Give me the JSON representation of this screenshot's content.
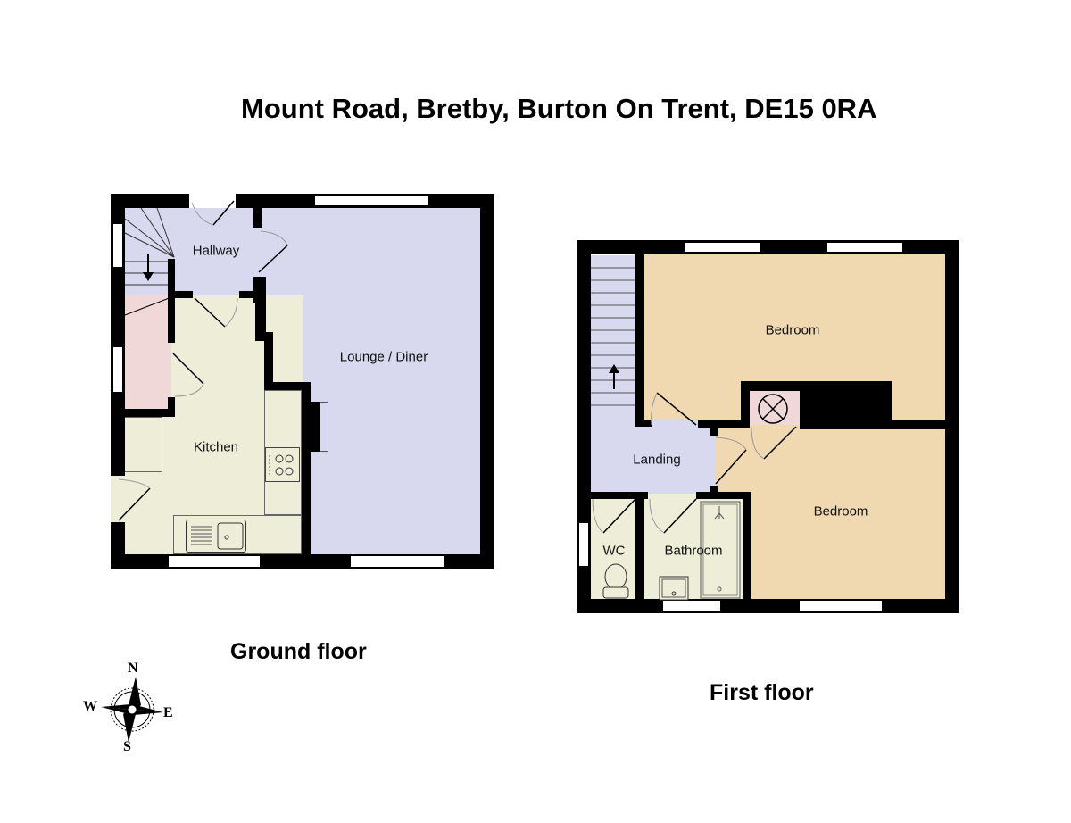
{
  "title": "Mount Road, Bretby, Burton On Trent, DE15 0RA",
  "colors": {
    "wall": "#000000",
    "hall_lounge": "#d8d8ee",
    "kitchen_bath": "#eeeed8",
    "bedroom": "#f0d8b0",
    "understairs": "#f0d8d8"
  },
  "ground_floor": {
    "label": "Ground floor",
    "rooms": [
      {
        "name": "Hallway"
      },
      {
        "name": "Lounge / Diner"
      },
      {
        "name": "Kitchen"
      }
    ]
  },
  "first_floor": {
    "label": "First floor",
    "rooms": [
      {
        "name": "Bedroom"
      },
      {
        "name": "Bedroom"
      },
      {
        "name": "Landing"
      },
      {
        "name": "WC"
      },
      {
        "name": "Bathroom"
      }
    ]
  },
  "compass": {
    "n": "N",
    "e": "E",
    "s": "S",
    "w": "W"
  }
}
